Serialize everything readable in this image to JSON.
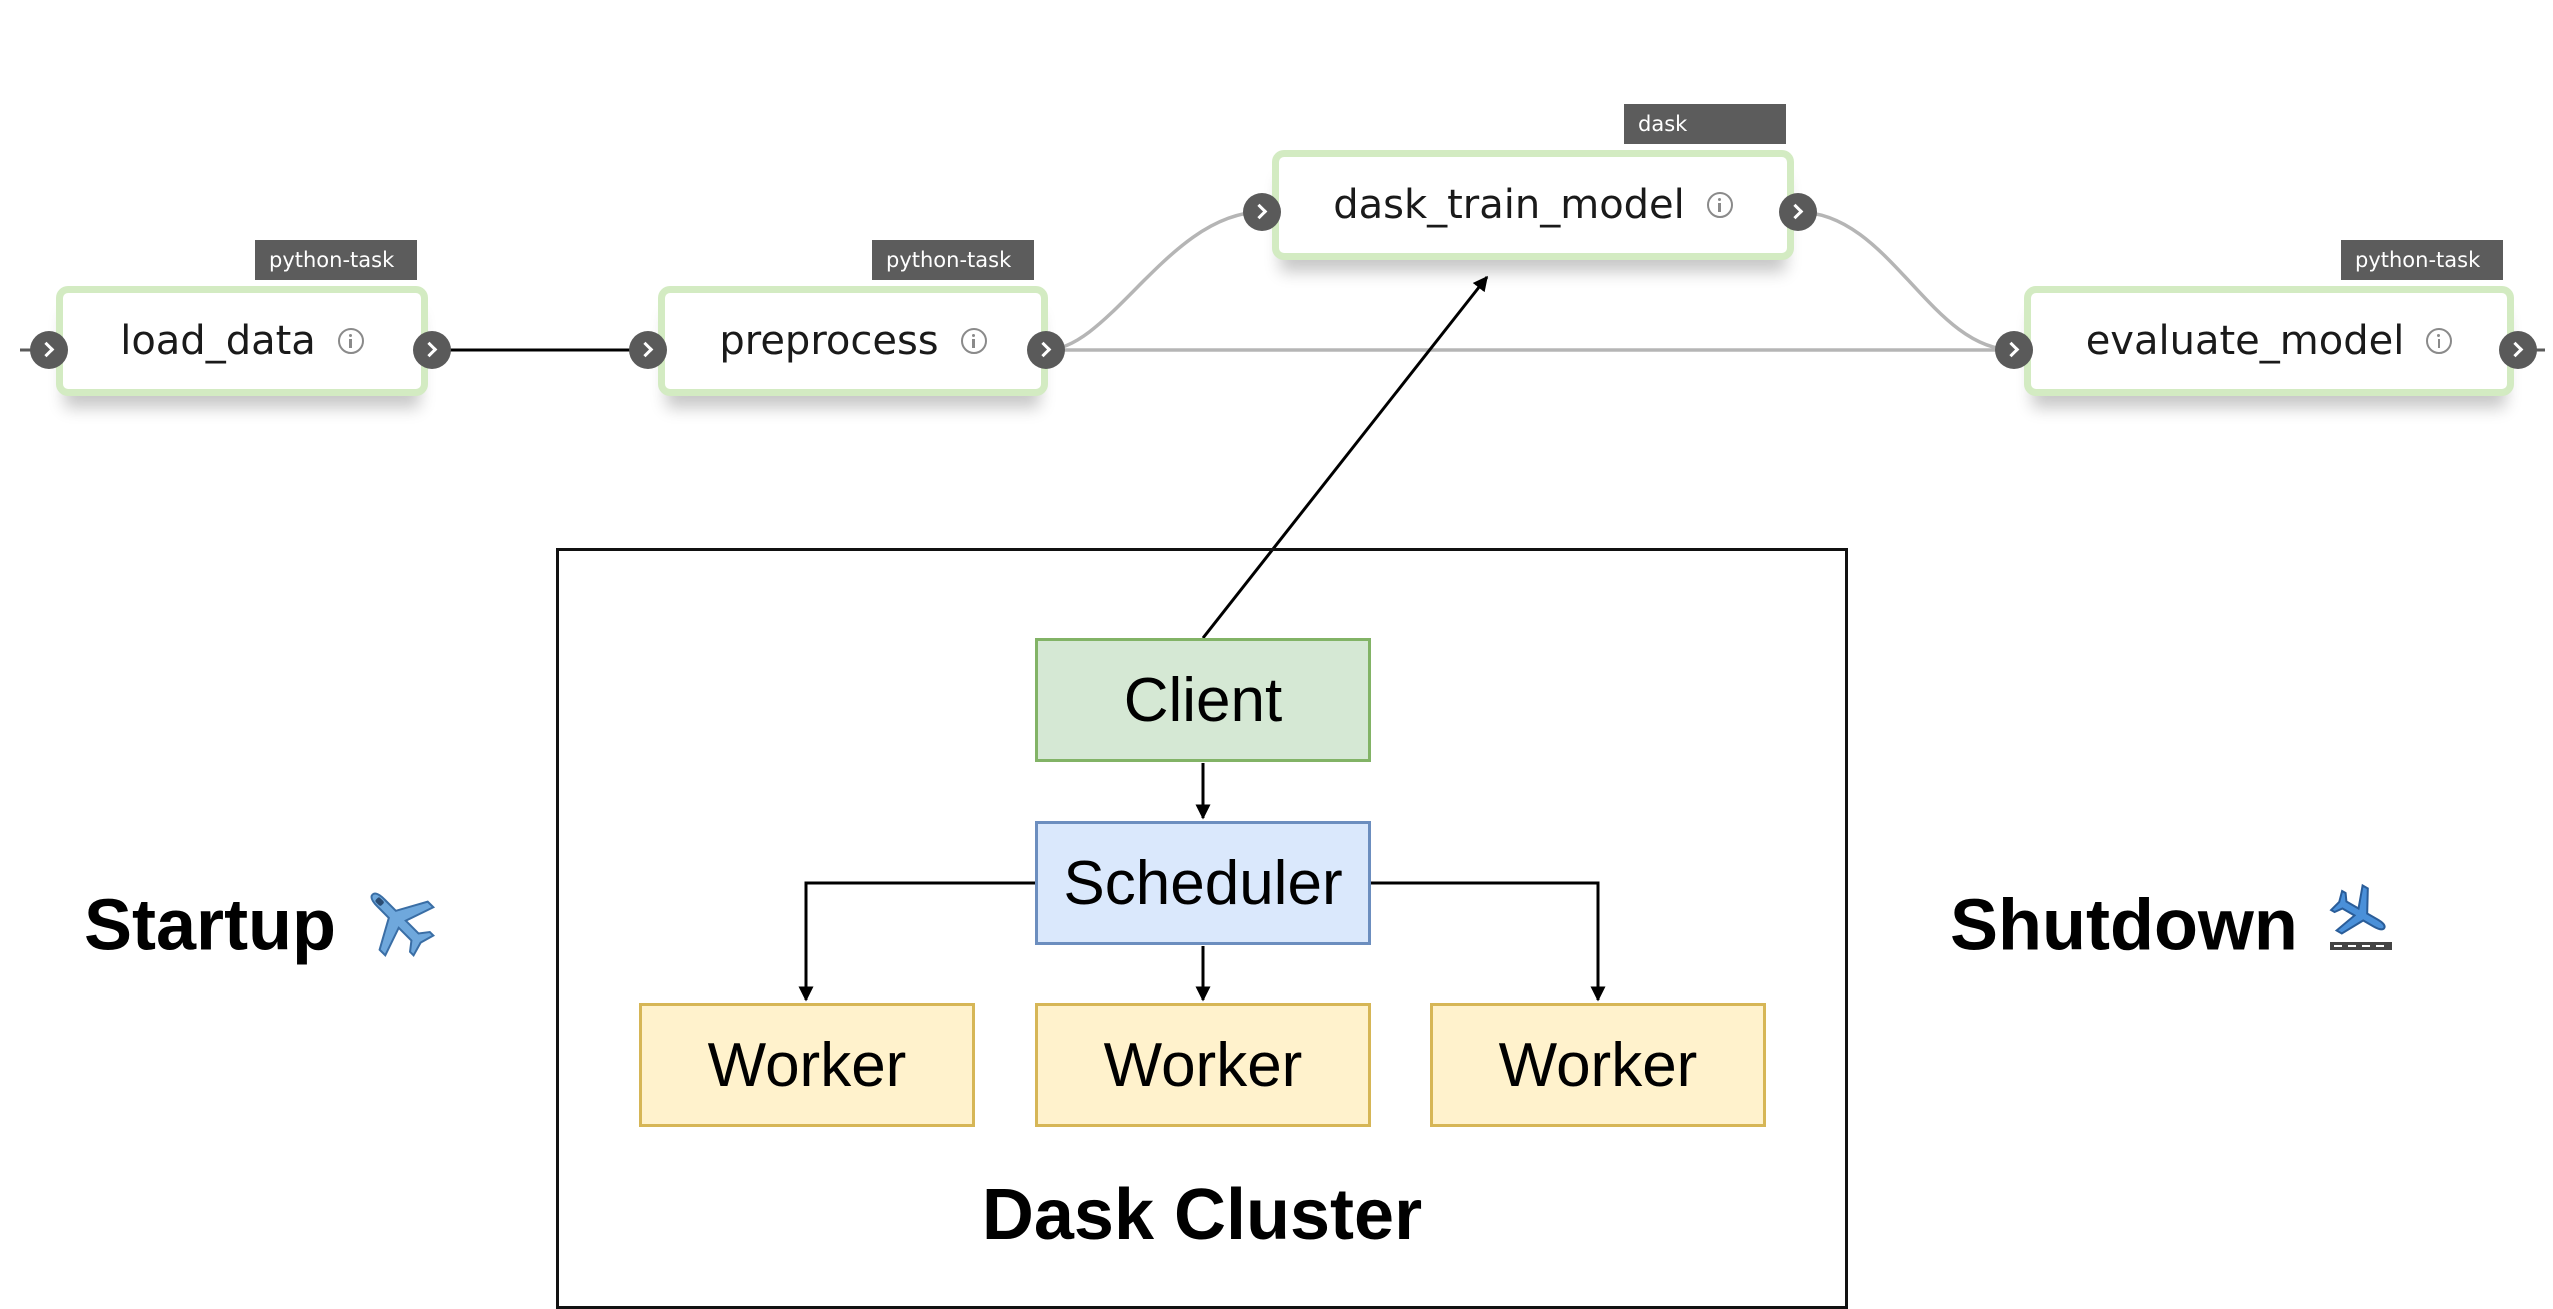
{
  "tasks": [
    {
      "name": "load_data",
      "tag": "python-task"
    },
    {
      "name": "preprocess",
      "tag": "python-task"
    },
    {
      "name": "dask_train_model",
      "tag": "dask"
    },
    {
      "name": "evaluate_model",
      "tag": "python-task"
    }
  ],
  "cluster": {
    "label": "Dask Cluster",
    "client": "Client",
    "scheduler": "Scheduler",
    "workers": [
      "Worker",
      "Worker",
      "Worker"
    ]
  },
  "startup": {
    "label": "Startup",
    "icon": "airplane-departure-icon"
  },
  "shutdown": {
    "label": "Shutdown",
    "icon": "airplane-arrival-icon"
  },
  "colors": {
    "task_border": "#d3ebc2",
    "tag_bg": "#5c5c5c",
    "port": "#5a5a5a",
    "client_fill": "#d5e8d4",
    "scheduler_fill": "#dae8fc",
    "worker_fill": "#fff2cc"
  }
}
